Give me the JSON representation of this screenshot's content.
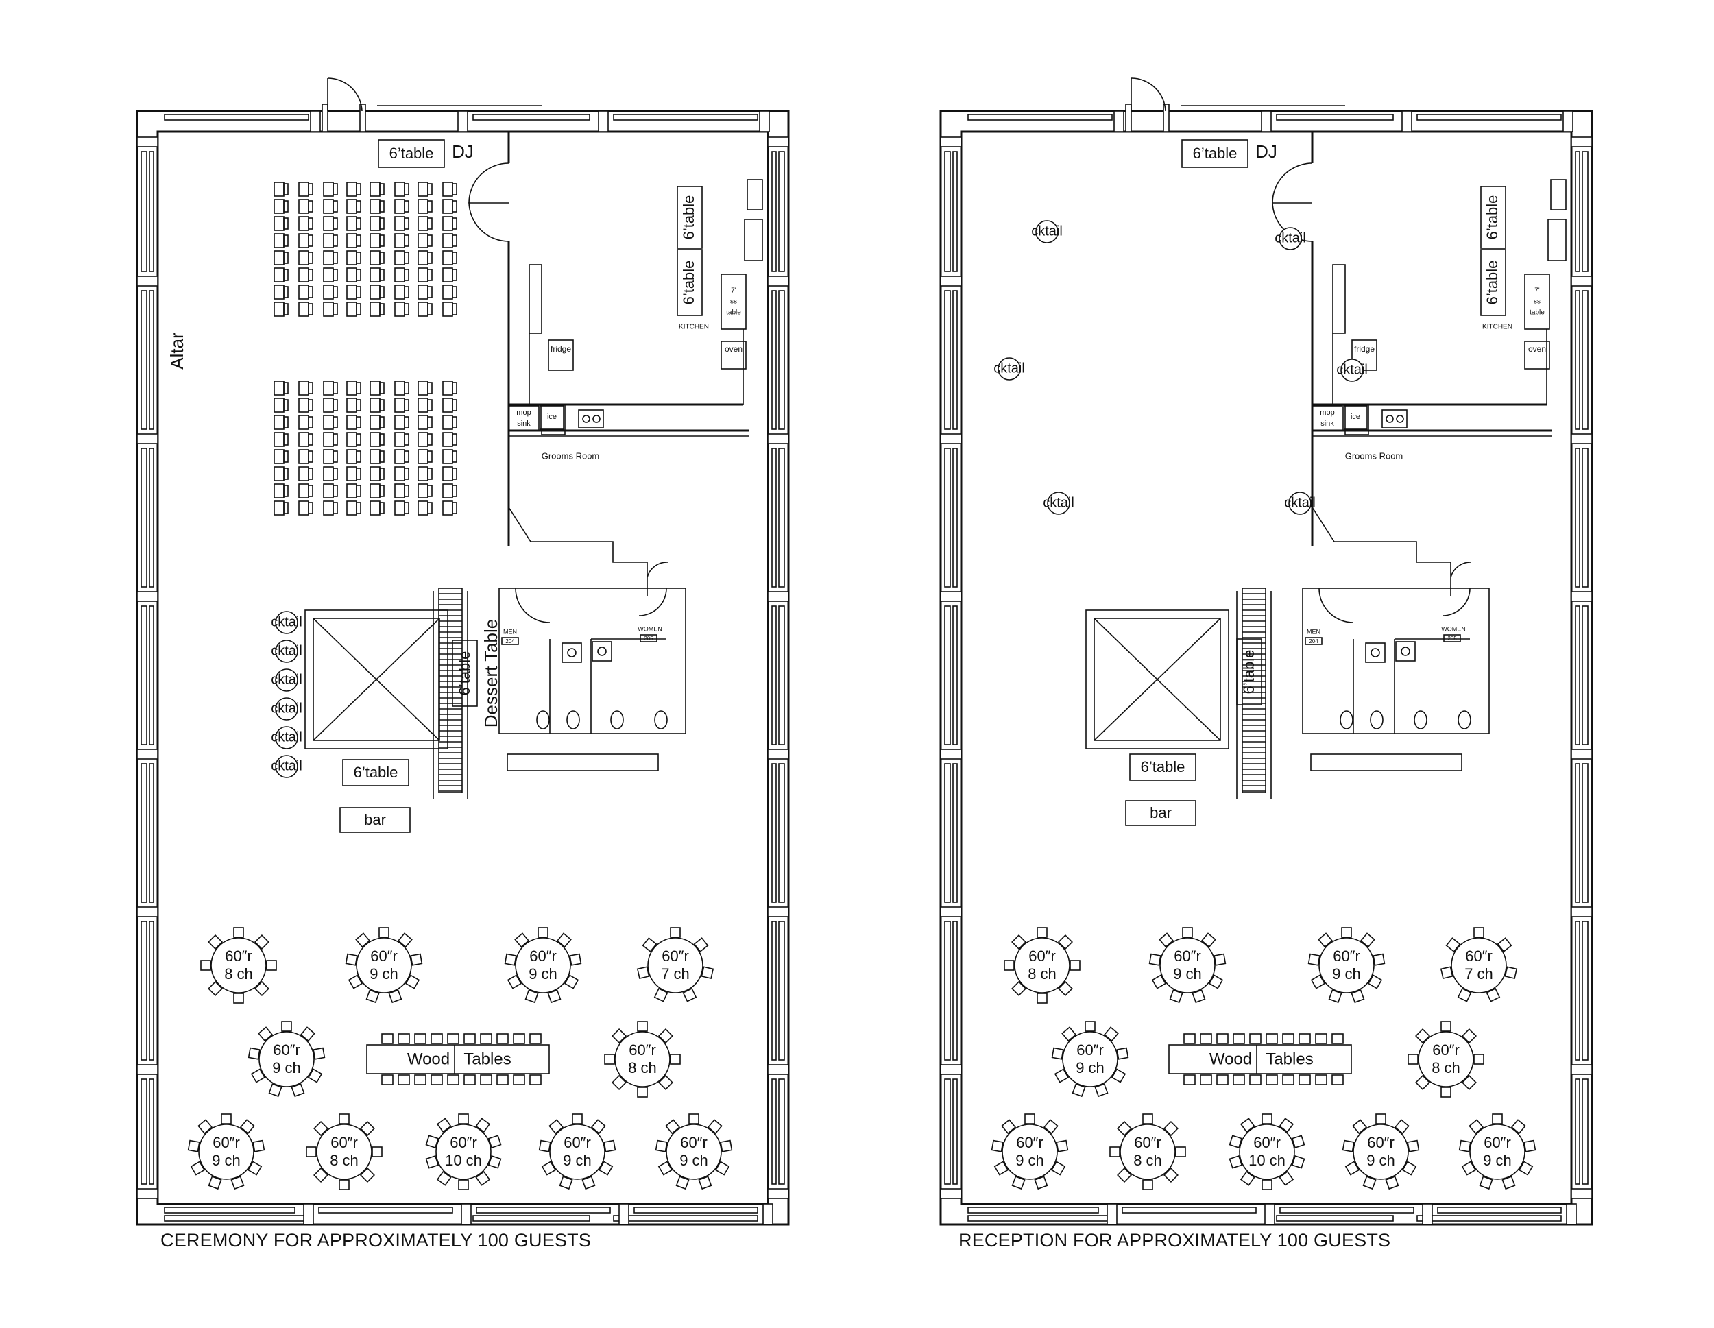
{
  "plans": [
    {
      "caption": "CEREMONY FOR APPROXIMATELY 100 GUESTS",
      "dj_table": "6’table",
      "dj": "DJ",
      "altar": "Altar",
      "dessert_table_label": "Dessert Table",
      "dessert_table": "6’table",
      "cake_table": "6’table",
      "bar": "bar",
      "wood_tables_left": "Wood",
      "wood_tables_right": "Tables",
      "cocktail_label": "cktail",
      "cocktail_count": 6,
      "chair_grid_blocks": [
        {
          "cols": 8,
          "rows": 8
        },
        {
          "cols": 8,
          "rows": 8
        }
      ],
      "round_tables": [
        {
          "size": "60″r",
          "chairs": "8 ch"
        },
        {
          "size": "60″r",
          "chairs": "9 ch"
        },
        {
          "size": "60″r",
          "chairs": "9 ch"
        },
        {
          "size": "60″r",
          "chairs": "7 ch"
        },
        {
          "size": "60″r",
          "chairs": "9 ch"
        },
        {
          "size": "60″r",
          "chairs": "8 ch"
        },
        {
          "size": "60″r",
          "chairs": "9 ch"
        },
        {
          "size": "60″r",
          "chairs": "8 ch"
        },
        {
          "size": "60″r",
          "chairs": "10 ch"
        },
        {
          "size": "60″r",
          "chairs": "9 ch"
        },
        {
          "size": "60″r",
          "chairs": "9 ch"
        }
      ]
    },
    {
      "caption": "RECEPTION FOR APPROXIMATELY 100 GUESTS",
      "dj_table": "6’table",
      "dj": "DJ",
      "cake_side_table": "6’table",
      "cake_table": "6’table",
      "bar": "bar",
      "wood_tables_left": "Wood",
      "wood_tables_right": "Tables",
      "cocktail_label": "cktail",
      "cocktail_count": 6,
      "round_tables": [
        {
          "size": "60″r",
          "chairs": "8 ch"
        },
        {
          "size": "60″r",
          "chairs": "9 ch"
        },
        {
          "size": "60″r",
          "chairs": "9 ch"
        },
        {
          "size": "60″r",
          "chairs": "7 ch"
        },
        {
          "size": "60″r",
          "chairs": "9 ch"
        },
        {
          "size": "60″r",
          "chairs": "8 ch"
        },
        {
          "size": "60″r",
          "chairs": "9 ch"
        },
        {
          "size": "60″r",
          "chairs": "8 ch"
        },
        {
          "size": "60″r",
          "chairs": "10 ch"
        },
        {
          "size": "60″r",
          "chairs": "9 ch"
        },
        {
          "size": "60″r",
          "chairs": "9 ch"
        }
      ]
    }
  ],
  "service_wing": {
    "kitchen": "KITCHEN",
    "prep_table": "6’table",
    "ss_table": [
      "7'",
      "ss",
      "table"
    ],
    "fridge": "fridge",
    "oven": "oven",
    "mop_sink": [
      "mop",
      "sink"
    ],
    "ice": "ice",
    "grooms_room": "Grooms Room",
    "men": "MEN",
    "women": "WOMEN",
    "men_room_no": "204",
    "women_room_no": "205"
  }
}
